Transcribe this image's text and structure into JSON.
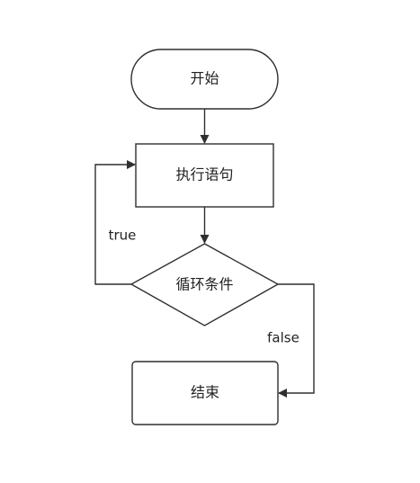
{
  "nodes": {
    "start": {
      "label": "开始"
    },
    "execute": {
      "label": "执行语句"
    },
    "condition": {
      "label": "循环条件"
    },
    "end": {
      "label": "结束"
    }
  },
  "edges": {
    "loop_true": {
      "label": "true"
    },
    "exit_false": {
      "label": "false"
    }
  }
}
